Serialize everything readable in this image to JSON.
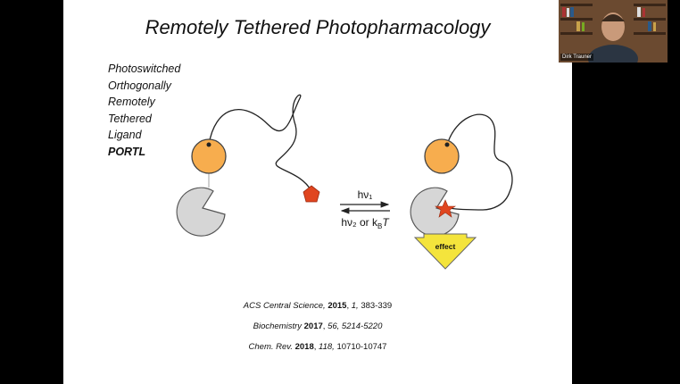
{
  "slide": {
    "title": "Remotely Tethered Photopharmacology",
    "acronym_lines": [
      {
        "text": "Photoswitched",
        "bold": false
      },
      {
        "text": "Orthogonally",
        "bold": false
      },
      {
        "text": "Remotely",
        "bold": false
      },
      {
        "text": "Tethered",
        "bold": false
      },
      {
        "text": "Ligand",
        "bold": false
      },
      {
        "text": "PORTL",
        "bold": true
      }
    ],
    "diagram": {
      "forward_label": "hν₁",
      "reverse_label": "hν₂ or k",
      "reverse_subscript": "B",
      "reverse_suffix": "T",
      "effect_label": "effect"
    },
    "references": [
      {
        "journal": "ACS Central Science,",
        "year": "2015",
        "volume": "1,",
        "pages": "383-339"
      },
      {
        "journal": "Biochemistry",
        "year": "2017",
        "volume": "56,",
        "pages": "5214-5220"
      },
      {
        "journal": "Chem. Rev.",
        "year": "2018",
        "volume": "118,",
        "pages": "10710-10747"
      }
    ]
  },
  "participant": {
    "name": "Dirk Trauner"
  },
  "colors": {
    "anchor_orange": "#f7ad4e",
    "ligand_red": "#e0451f",
    "protein_gray": "#d6d6d6",
    "effect_yellow": "#f4e43c"
  }
}
